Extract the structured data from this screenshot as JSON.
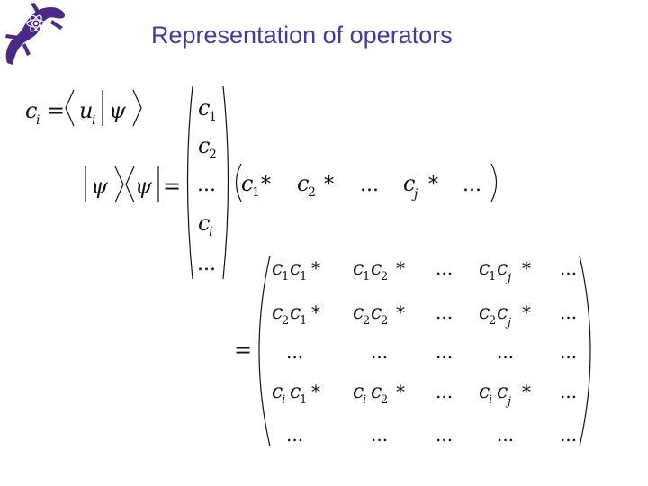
{
  "slide": {
    "title": "Representation of operators",
    "logo_icon": "salamander-atom-logo",
    "colors": {
      "title": "#3f3d99",
      "logo": "#4b2a86",
      "math": "#111111"
    }
  },
  "formula": {
    "c_i": "c_i = ⟨u_i|ψ⟩",
    "outer_product": "|ψ⟩⟨ψ| =",
    "column_vector": [
      "c1",
      "c2",
      "...",
      "ci",
      "..."
    ],
    "row_vector": [
      "c1*",
      "c2*",
      "...",
      "cj*",
      "..."
    ],
    "equals": "=",
    "matrix": [
      [
        "c1c1*",
        "c1c2*",
        "...",
        "c1cj*",
        "..."
      ],
      [
        "c2c1*",
        "c2c2*",
        "...",
        "c2cj*",
        "..."
      ],
      [
        "...",
        "...",
        "...",
        "...",
        "..."
      ],
      [
        "cic1*",
        "cic2*",
        "...",
        "cicj*",
        "..."
      ],
      [
        "...",
        "...",
        "...",
        "...",
        "..."
      ]
    ]
  }
}
